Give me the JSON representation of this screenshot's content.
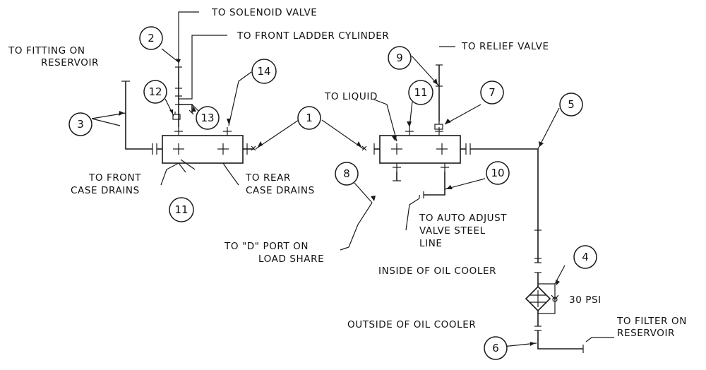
{
  "callouts": {
    "c1": "1",
    "c2": "2",
    "c3": "3",
    "c4": "4",
    "c5": "5",
    "c6": "6",
    "c7": "7",
    "c8": "8",
    "c9": "9",
    "c10": "10",
    "c11a": "11",
    "c11b": "11",
    "c12": "12",
    "c13": "13",
    "c14": "14"
  },
  "labels": {
    "solenoid": "TO SOLENOID VALVE",
    "front_ladder": "TO FRONT LADDER CYLINDER",
    "fitting_1": "TO FITTING ON",
    "fitting_2": "RESERVOIR",
    "relief": "TO RELIEF VALVE",
    "liquid": "TO LIQUID",
    "front_case_1": "TO FRONT",
    "front_case_2": "CASE DRAINS",
    "rear_case_1": "TO REAR",
    "rear_case_2": "CASE DRAINS",
    "d_port_1": "TO \"D\" PORT ON",
    "d_port_2": "LOAD SHARE",
    "auto_adjust_1": "TO AUTO ADJUST",
    "auto_adjust_2": "VALVE STEEL",
    "auto_adjust_3": "LINE",
    "inside_cooler": "INSIDE OF OIL COOLER",
    "psi": "30 PSI",
    "outside_cooler": "OUTSIDE OF OIL COOLER",
    "filter_1": "TO FILTER ON",
    "filter_2": "RESERVOIR"
  }
}
